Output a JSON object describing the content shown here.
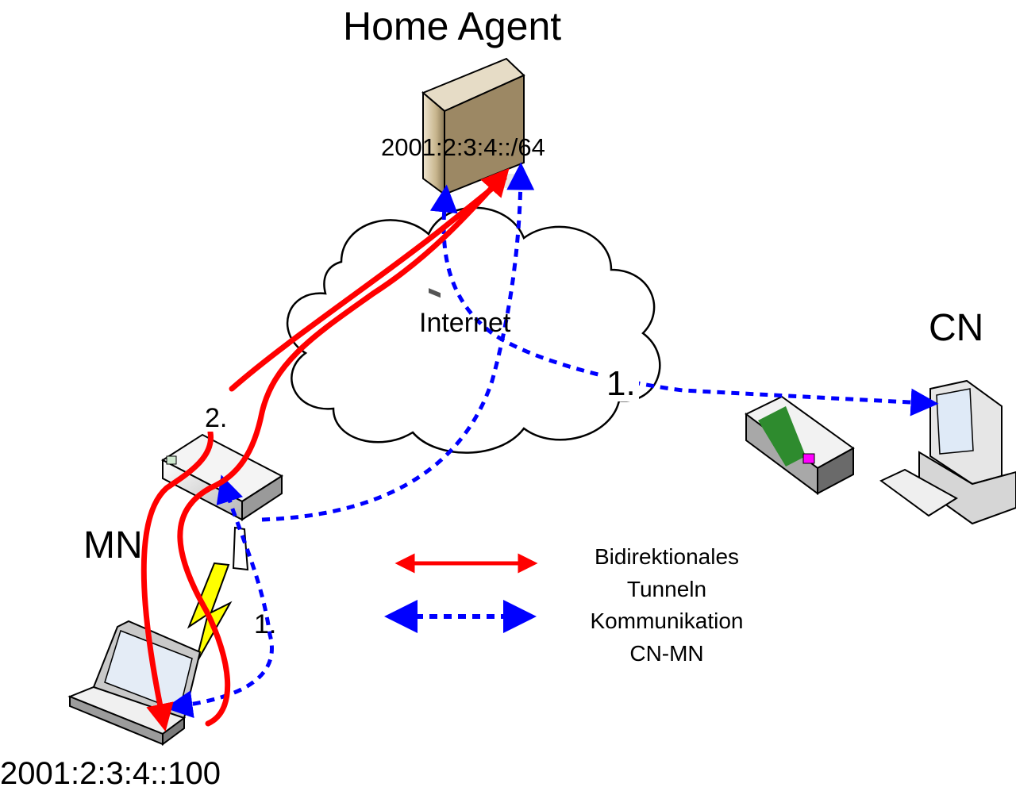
{
  "nodes": {
    "home_agent": {
      "title": "Home Agent",
      "prefix": "2001:2:3:4::/64"
    },
    "internet": {
      "label": "Internet"
    },
    "cn": {
      "label": "CN"
    },
    "mn": {
      "label": "MN",
      "address": "2001:2:3:4::100"
    }
  },
  "steps": {
    "cn_to_ha": "1.",
    "mn_to_ar": "1.",
    "tunnel": "2."
  },
  "legend": {
    "tunnel_line1": "Bidirektionales",
    "tunnel_line2": "Tunneln",
    "comm_line1": "Kommunikation",
    "comm_line2": "CN-MN"
  },
  "colors": {
    "tunnel": "#ff0000",
    "communication": "#0000ff",
    "lightning": "#ffff00",
    "server_tan": "#c8b68e"
  },
  "icons": [
    "server-icon",
    "cloud-icon",
    "router-icon",
    "workstation-icon",
    "laptop-icon",
    "lightning-icon",
    "antenna-icon",
    "arrow-icon"
  ]
}
